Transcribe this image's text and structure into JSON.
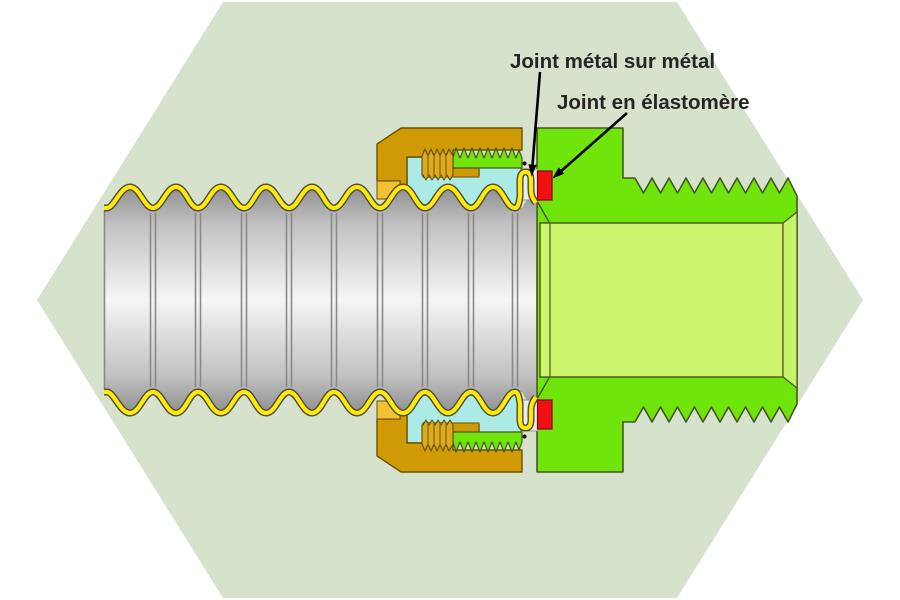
{
  "figure": {
    "type": "technical-cross-section-diagram",
    "subject": "corrugated-pipe-fitting-seal-detail",
    "labels": {
      "metal_joint": "Joint métal sur métal",
      "elastomer_joint": "Joint en élastomère"
    }
  },
  "colors": {
    "page_bg": "#ffffff",
    "background_hex": "#d6e2cc",
    "fitting_green": "#70e50c",
    "bore_green": "#cdf46d",
    "end_face_green": "#c6f468",
    "green_outline": "#4a5420",
    "brass_dark": "#cf9a04",
    "brass_mid": "#dcaa1f",
    "brass_light": "#f2c233",
    "brass_outline": "#6b5200",
    "retainer_cyan": "#abeae5",
    "cyan_outline": "#2f6868",
    "seal_red": "#f01212",
    "seal_outline": "#8e0000",
    "jacket_yellow": "#ffe90a",
    "jacket_outline": "#4c4c38",
    "pinch_metal": "#ececea",
    "pipe_gray_dark": "#8f8f8f",
    "pipe_gray_light": "#f6f6f6",
    "valley_line": "#898989",
    "annotation": "#1a1a1a",
    "label_text": "#262626"
  }
}
